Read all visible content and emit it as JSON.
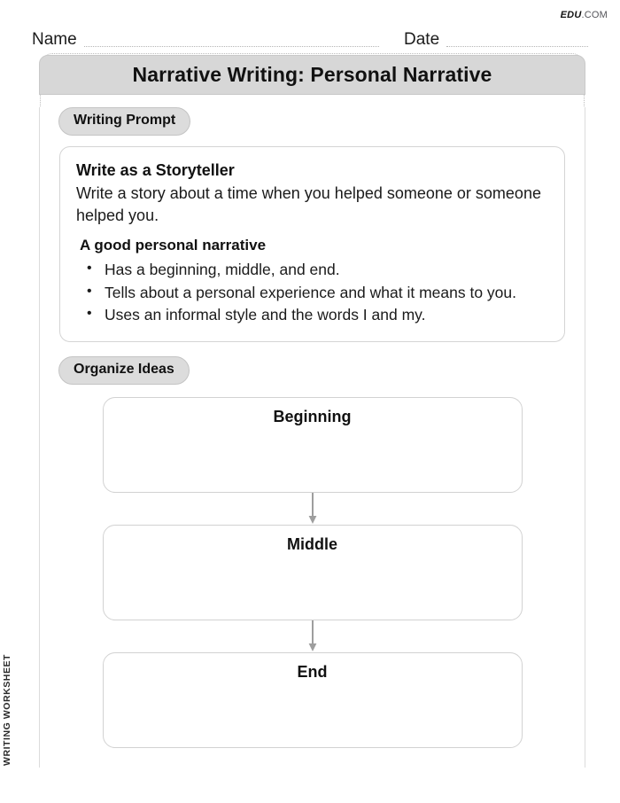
{
  "brand": {
    "primary": "EDU",
    "suffix": ".COM"
  },
  "identity": {
    "name_label": "Name",
    "name_value": "",
    "date_label": "Date",
    "date_value": ""
  },
  "header": {
    "title": "Narrative Writing: Personal Narrative"
  },
  "sections": {
    "prompt_badge": "Writing Prompt",
    "organize_badge": "Organize Ideas"
  },
  "prompt": {
    "heading": "Write as a Storyteller",
    "text": "Write a story about a time when you helped someone or someone helped you.",
    "subheading": "A good personal narrative",
    "criteria": [
      "Has a beginning, middle, and end.",
      "Tells about a personal experience and what it means  to you.",
      "Uses an informal style and the words I and my."
    ]
  },
  "organizer": {
    "boxes": [
      {
        "label": "Beginning",
        "value": ""
      },
      {
        "label": "Middle",
        "value": ""
      },
      {
        "label": "End",
        "value": ""
      }
    ]
  },
  "side_label": "WRITING WORKSHEET",
  "colors": {
    "title_bar": "#d7d7d7",
    "pill": "#dcdcdc",
    "box_border": "#d2d2d2",
    "arrow": "#9e9e9e",
    "frame": "#bdbdbd"
  }
}
